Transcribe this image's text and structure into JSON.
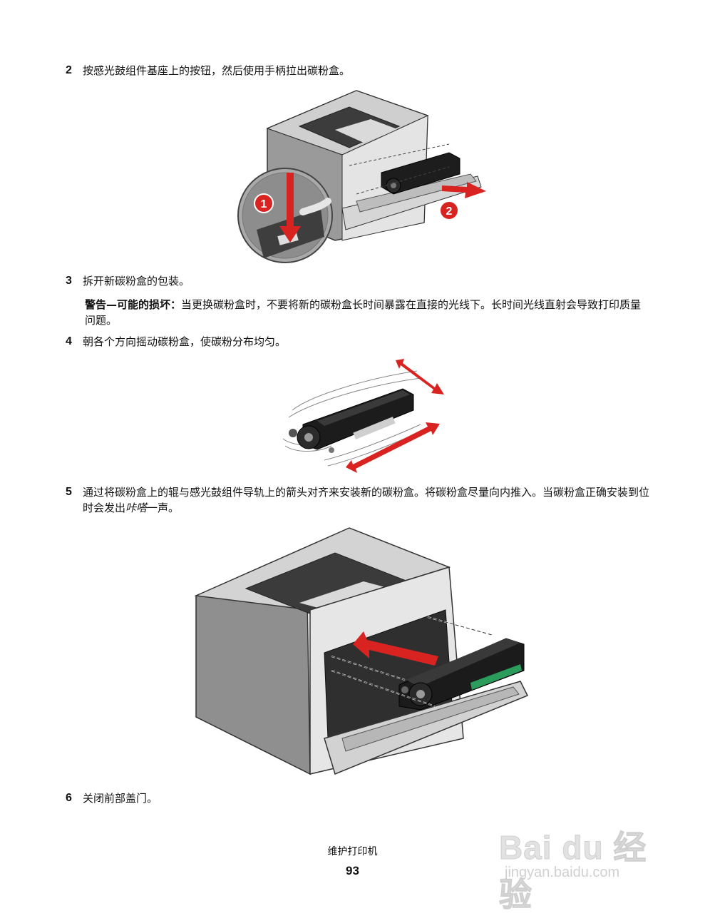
{
  "steps": [
    {
      "num": "2",
      "text": "按感光鼓组件基座上的按钮，然后使用手柄拉出碳粉盒。"
    },
    {
      "num": "3",
      "text": "拆开新碳粉盒的包装。"
    },
    {
      "num": "4",
      "text": "朝各个方向摇动碳粉盒，使碳粉分布均匀。"
    },
    {
      "num": "5",
      "text_a": "通过将碳粉盒上的辊与感光鼓组件导轨上的箭头对齐来安装新的碳粉盒。将碳粉盒尽量向内推入。当碳粉盒正确安装到位时会发出",
      "text_em": "咔嗒",
      "text_b": "一声。"
    },
    {
      "num": "6",
      "text": "关闭前部盖门。"
    }
  ],
  "warning": {
    "label": "警告—可能的损坏：",
    "text": "当更换碳粉盒时，不要将新的碳粉盒长时间暴露在直接的光线下。长时间光线直射会导致打印质量问题。"
  },
  "figure1": {
    "callout1": "1",
    "callout2": "2"
  },
  "footer": {
    "title": "维护打印机",
    "page": "93"
  },
  "watermark": {
    "brand": "Bai du 经验",
    "url": "jingyan.baidu.com"
  }
}
